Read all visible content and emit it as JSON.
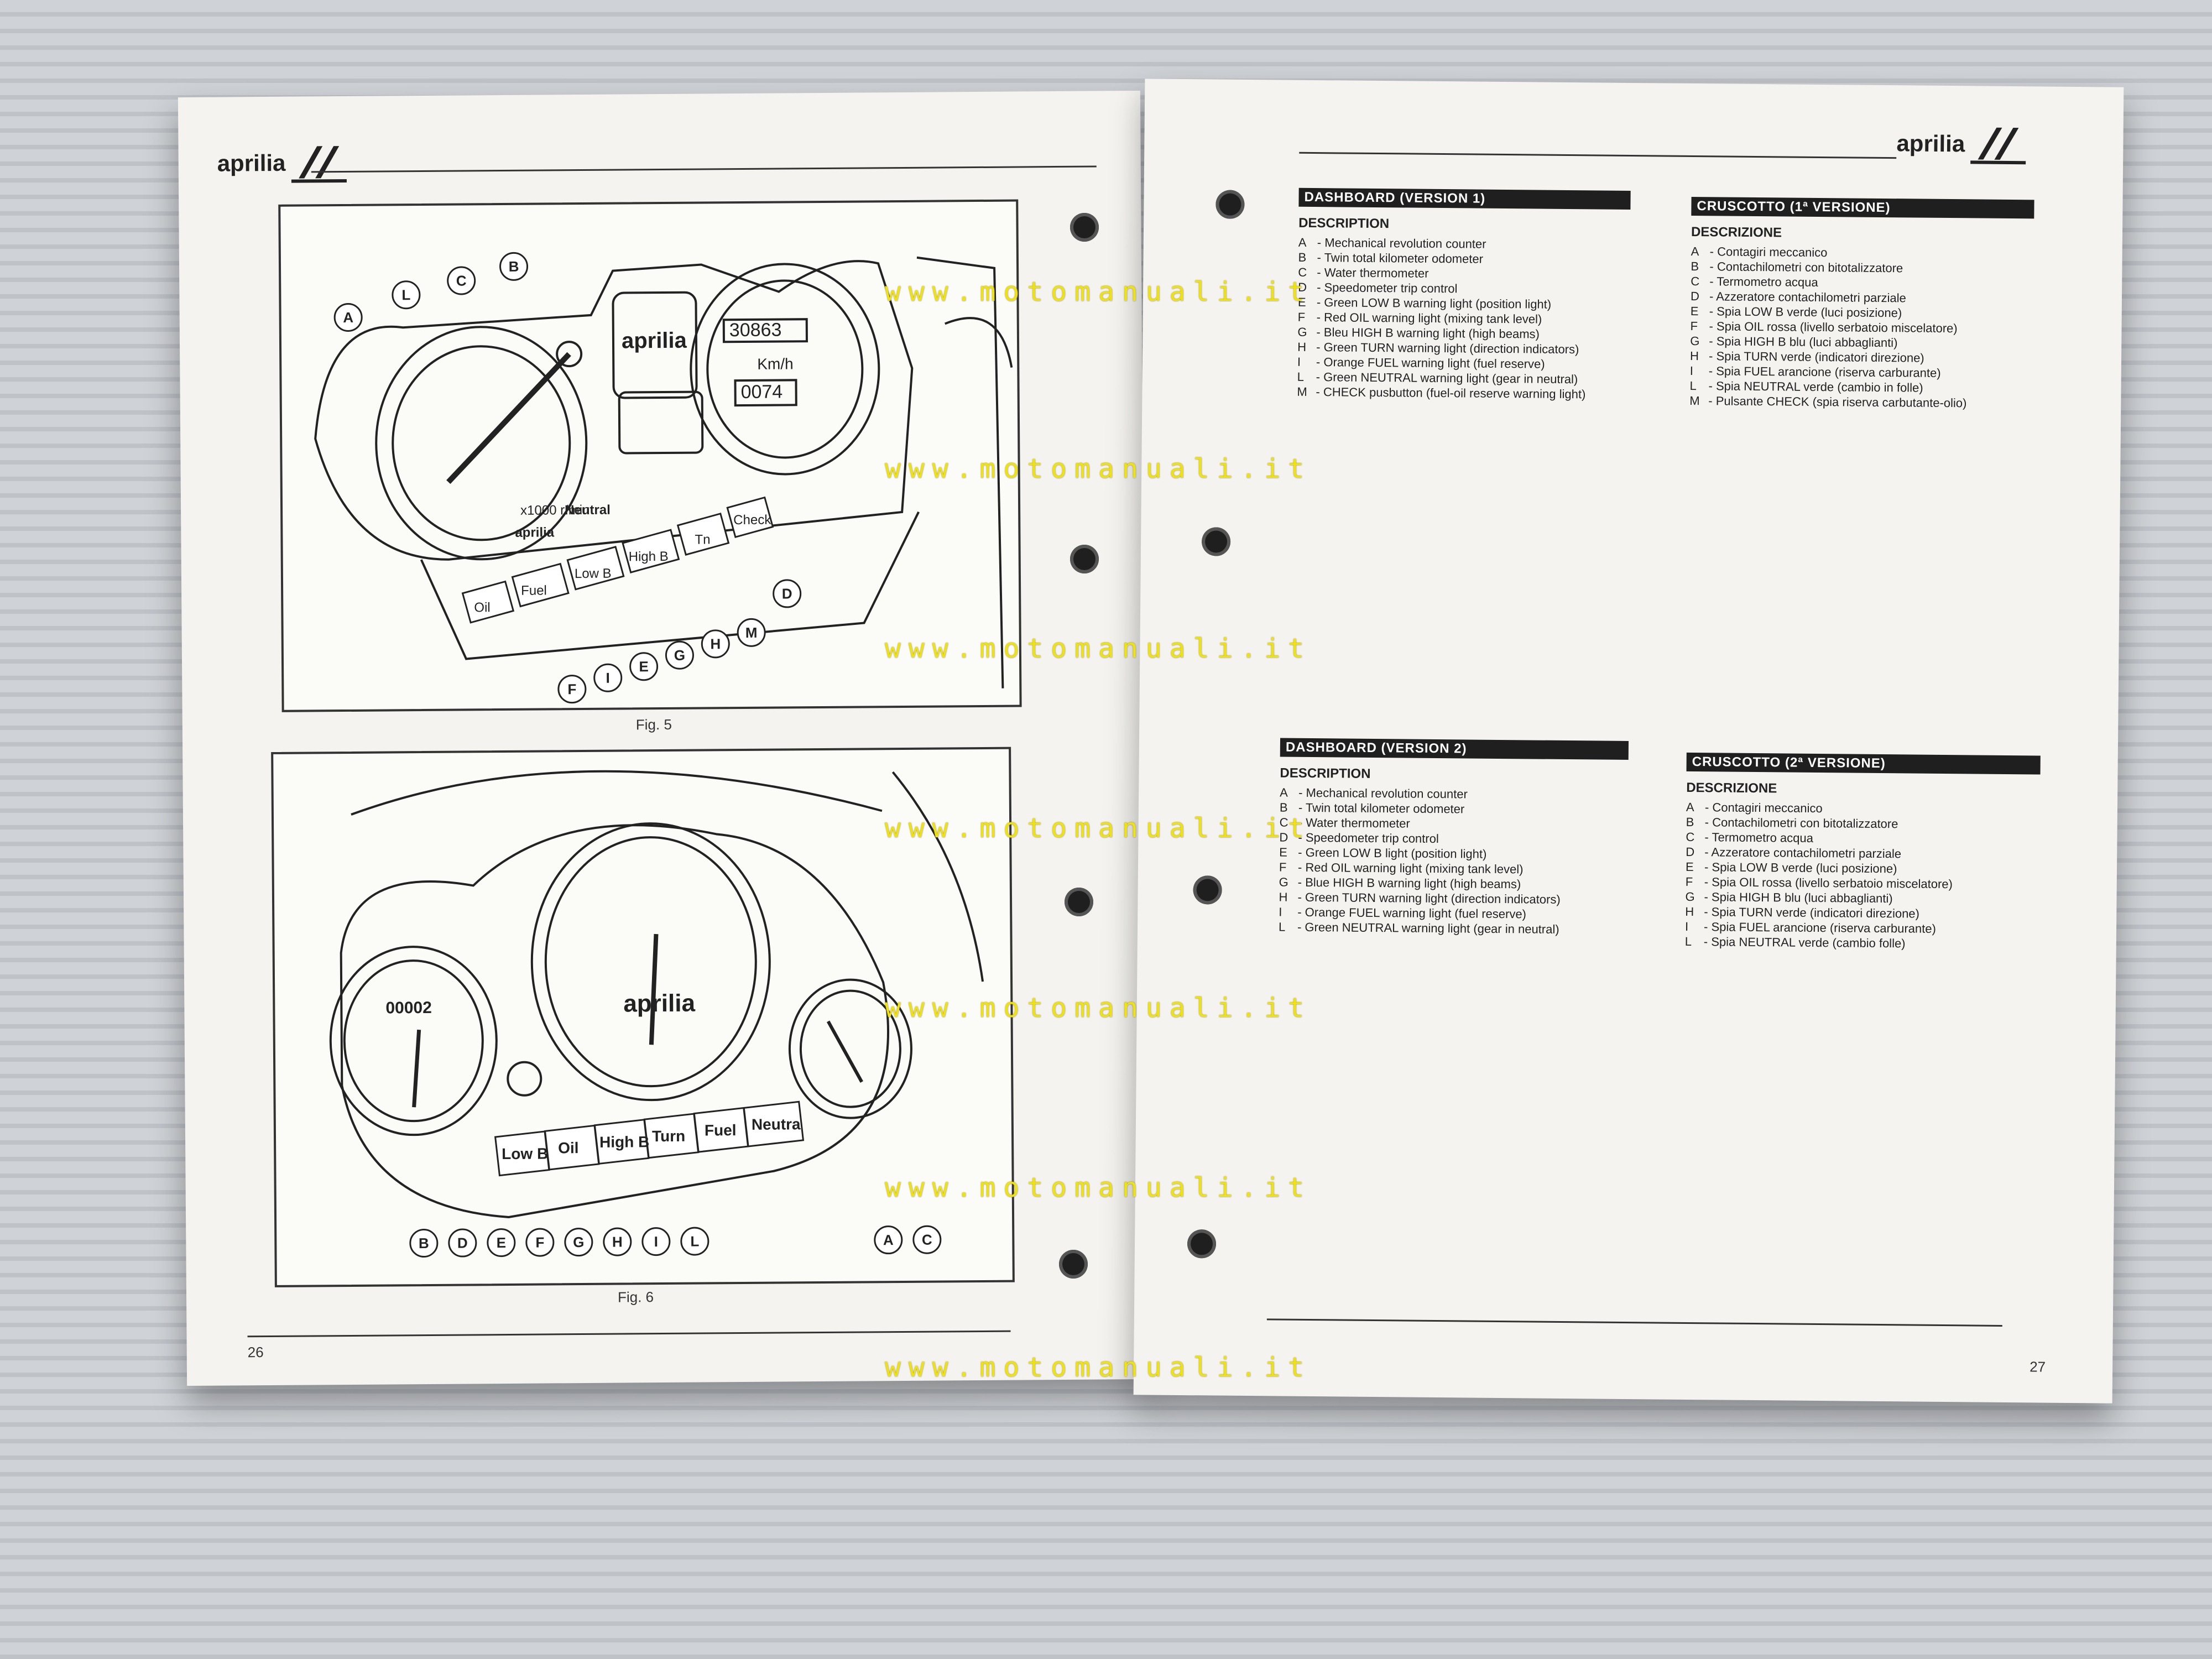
{
  "brand": "aprilia",
  "watermark": "www.motomanuali.it",
  "left_page": {
    "page_number": "26",
    "fig5": {
      "caption": "Fig. 5",
      "tach_scale": "x1000 r/min",
      "tach_brand": "aprilia",
      "display_brand": "aprilia",
      "odometer": "30863",
      "trip": "0074",
      "speed_unit": "Km/h",
      "lamps": [
        "Oil",
        "Fuel",
        "Low B",
        "High B",
        "Tn",
        "Check"
      ],
      "neutral_label": "Neutral",
      "callouts": [
        "A",
        "L",
        "C",
        "B",
        "D",
        "M",
        "H",
        "G",
        "E",
        "I",
        "F"
      ]
    },
    "fig6": {
      "caption": "Fig. 6",
      "tach_brand": "aprilia",
      "odometer": "00002",
      "lamps": [
        "Low B",
        "Oil",
        "High B",
        "Turn",
        "Fuel",
        "Neutra"
      ],
      "callouts": [
        "B",
        "D",
        "E",
        "F",
        "G",
        "H",
        "I",
        "L",
        "A",
        "C"
      ]
    }
  },
  "right_page": {
    "page_number": "27",
    "v1_en": {
      "title": "DASHBOARD (VERSION 1)",
      "subtitle": "DESCRIPTION",
      "items": [
        {
          "key": "A",
          "text": "- Mechanical revolution counter"
        },
        {
          "key": "B",
          "text": "- Twin total kilometer odometer"
        },
        {
          "key": "C",
          "text": "- Water thermometer"
        },
        {
          "key": "D",
          "text": "- Speedometer trip control"
        },
        {
          "key": "E",
          "text": "- Green LOW B warning light (position light)"
        },
        {
          "key": "F",
          "text": "- Red OIL warning light (mixing tank level)"
        },
        {
          "key": "G",
          "text": "- Bleu HIGH B warning light (high beams)"
        },
        {
          "key": "H",
          "text": "- Green TURN warning light (direction indicators)"
        },
        {
          "key": "I",
          "text": "- Orange FUEL warning light (fuel reserve)"
        },
        {
          "key": "L",
          "text": "- Green NEUTRAL warning light (gear in neutral)"
        },
        {
          "key": "M",
          "text": "- CHECK pusbutton (fuel-oil reserve warning light)"
        }
      ]
    },
    "v1_it": {
      "title": "CRUSCOTTO (1ª VERSIONE)",
      "subtitle": "DESCRIZIONE",
      "items": [
        {
          "key": "A",
          "text": "- Contagiri meccanico"
        },
        {
          "key": "B",
          "text": "- Contachilometri con bitotalizzatore"
        },
        {
          "key": "C",
          "text": "- Termometro acqua"
        },
        {
          "key": "D",
          "text": "- Azzeratore contachilometri parziale"
        },
        {
          "key": "E",
          "text": "- Spia LOW B verde (luci posizione)"
        },
        {
          "key": "F",
          "text": "- Spia OIL rossa (livello serbatoio miscelatore)"
        },
        {
          "key": "G",
          "text": "- Spia HIGH B blu (luci abbaglianti)"
        },
        {
          "key": "H",
          "text": "- Spia TURN verde (indicatori direzione)"
        },
        {
          "key": "I",
          "text": "- Spia FUEL arancione (riserva carburante)"
        },
        {
          "key": "L",
          "text": "- Spia NEUTRAL verde (cambio in folle)"
        },
        {
          "key": "M",
          "text": "- Pulsante CHECK (spia riserva carbutante-olio)"
        }
      ]
    },
    "v2_en": {
      "title": "DASHBOARD (VERSION 2)",
      "subtitle": "DESCRIPTION",
      "items": [
        {
          "key": "A",
          "text": "- Mechanical revolution counter"
        },
        {
          "key": "B",
          "text": "- Twin total kilometer odometer"
        },
        {
          "key": "C",
          "text": "- Water thermometer"
        },
        {
          "key": "D",
          "text": "- Speedometer trip control"
        },
        {
          "key": "E",
          "text": "- Green LOW B light (position light)"
        },
        {
          "key": "F",
          "text": "- Red OIL warning light (mixing tank level)"
        },
        {
          "key": "G",
          "text": "- Blue HIGH B warning light (high beams)"
        },
        {
          "key": "H",
          "text": "- Green TURN warning light (direction indicators)"
        },
        {
          "key": "I",
          "text": "- Orange FUEL warning light (fuel reserve)"
        },
        {
          "key": "L",
          "text": "- Green NEUTRAL warning light (gear in neutral)"
        }
      ]
    },
    "v2_it": {
      "title": "CRUSCOTTO (2ª VERSIONE)",
      "subtitle": "DESCRIZIONE",
      "items": [
        {
          "key": "A",
          "text": "- Contagiri meccanico"
        },
        {
          "key": "B",
          "text": "- Contachilometri con bitotalizzatore"
        },
        {
          "key": "C",
          "text": "- Termometro acqua"
        },
        {
          "key": "D",
          "text": "- Azzeratore contachilometri parziale"
        },
        {
          "key": "E",
          "text": "- Spia LOW B verde (luci posizione)"
        },
        {
          "key": "F",
          "text": "- Spia OIL rossa (livello serbatoio miscelatore)"
        },
        {
          "key": "G",
          "text": "- Spia HIGH B blu (luci abbaglianti)"
        },
        {
          "key": "H",
          "text": "- Spia TURN verde (indicatori direzione)"
        },
        {
          "key": "I",
          "text": "- Spia FUEL arancione (riserva carburante)"
        },
        {
          "key": "L",
          "text": "- Spia NEUTRAL verde (cambio folle)"
        }
      ]
    }
  }
}
